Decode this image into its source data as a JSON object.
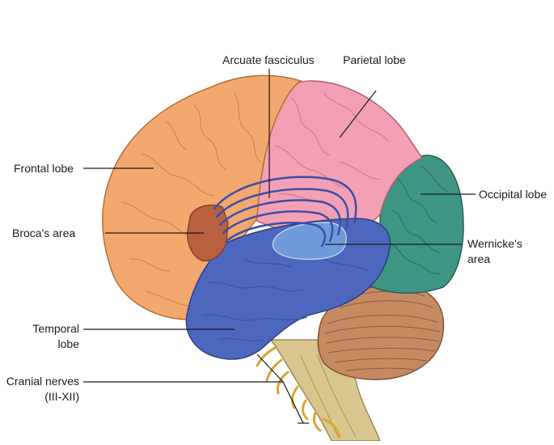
{
  "labels": {
    "arcuate_fasciculus": "Arcuate fasciculus",
    "parietal_lobe": "Parietal lobe",
    "frontal_lobe": "Frontal lobe",
    "occipital_lobe": "Occipital lobe",
    "brocas_area": "Broca's area",
    "wernickes_area_line1": "Wernicke's",
    "wernickes_area_line2": "area",
    "temporal_lobe_line1": "Temporal",
    "temporal_lobe_line2": "lobe",
    "cranial_nerves_line1": "Cranial nerves",
    "cranial_nerves_line2": "(III-XII)"
  },
  "colors": {
    "frontal": "#F2A86E",
    "parietal": "#F4A0B4",
    "occipital": "#3E9583",
    "temporal": "#4E67BE",
    "broca": "#B8603F",
    "wernicke": "#6F9BDA",
    "cerebellum": "#C58A62",
    "brainstem": "#D9C68E",
    "nerves": "#EFC34A",
    "arcuate": "#3A4FA6"
  }
}
